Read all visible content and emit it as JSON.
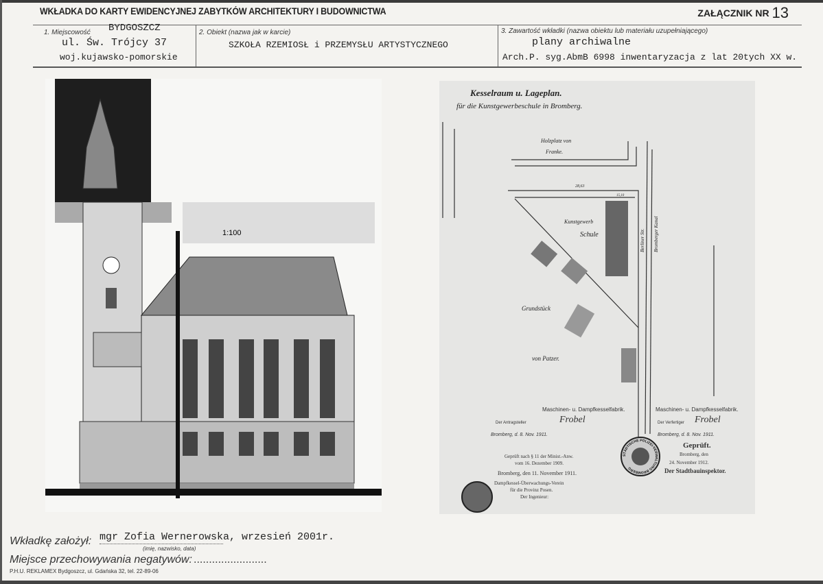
{
  "header": {
    "title": "WKŁADKA DO KARTY EWIDENCYJNEJ ZABYTKÓW ARCHITEKTURY I BUDOWNICTWA",
    "annex_label": "ZAŁĄCZNIK NR",
    "annex_number": "13"
  },
  "fields": {
    "locality": {
      "label": "1. Miejscowość",
      "lines": [
        "BYDGOSZCZ",
        "ul. Św. Trójcy 37",
        "woj.kujawsko-pomorskie"
      ]
    },
    "object": {
      "label": "2. Obiekt (nazwa jak w karcie)",
      "value": "SZKOŁA RZEMIOSŁ i PRZEMYSŁU ARTYSTYCZNEGO"
    },
    "content": {
      "label": "3. Zawartość wkładki (nazwa obiektu lub materiału uzupełniającego)",
      "lines": [
        "plany archiwalne",
        "Arch.P. syg.AbmB 6998 inwentaryzacja z lat 20tych XX w."
      ]
    }
  },
  "elevation": {
    "scale": "1:100"
  },
  "plan": {
    "title": "Kesselraum u. Lageplan.",
    "subtitle": "für die Kunstgewerbeschule in Bromberg.",
    "labels": [
      "Holzplatz von",
      "Franke.",
      "Kunstgewerb",
      "Schule",
      "Grundstück",
      "von Patzer.",
      "Berliner Str.",
      "Bromberger Kanal"
    ],
    "dim1": "28,63",
    "dim2": "15,10",
    "left_block": {
      "company": "Maschinen- u. Dampfkesselfabrik.",
      "role": "Der Antragsteller",
      "signature": "Frobel",
      "date": "Bromberg, d. 8. Nov. 1911."
    },
    "right_block": {
      "company": "Maschinen- u. Dampfkesselfabrik.",
      "role": "Der Verfertiger",
      "signature": "Frobel",
      "date": "Bromberg, d. 8. Nov. 1911."
    },
    "approval1": [
      "Geprüft nach § 11 der Minist.-Anw.",
      "vom 16. Dezember 1909.",
      "Bromberg, den 11. November 1911.",
      "Dampfkessel-Überwachungs-Verein",
      "für die Provinz Posen.",
      "Der Ingenieur:"
    ],
    "approval2": [
      "Geprüft.",
      "Bromberg, den",
      "24. November 1912.",
      "Der Stadtbauinspektor."
    ],
    "stamp2_text": "STÄDTISCHE POLIZEI-VERWALTUNG BROMBERG"
  },
  "footer": {
    "founder_label": "Wkładkę założył:",
    "founder_value": "mgr Zofia Wernerowska, wrzesień 2001r.",
    "founder_hint": "(imię, nazwisko, data)",
    "negatives_label": "Miejsce przechowywania negatywów:",
    "negatives_dots": "........................",
    "printer": "P.H.U. REKLAMEX Bydgoszcz, ul. Gdańska 32, tel. 22-89-06"
  }
}
